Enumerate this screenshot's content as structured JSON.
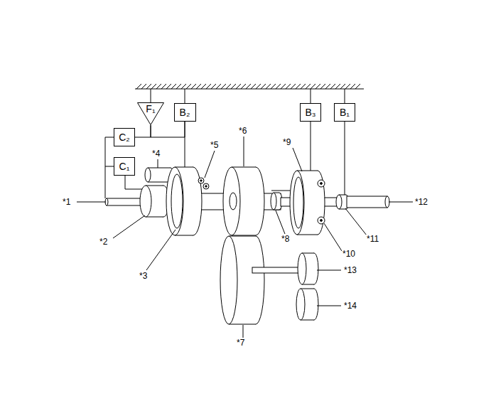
{
  "diagram": {
    "nodes": [
      {
        "text": [
          "F₁"
        ]
      },
      {
        "text": [
          "B₂"
        ]
      },
      {
        "text": [
          "B₃"
        ]
      },
      {
        "text": [
          "B₁"
        ]
      },
      {
        "text": [
          "C₂"
        ]
      },
      {
        "text": [
          "C₁"
        ]
      }
    ],
    "edges": [
      {
        "from": 4,
        "to": 0,
        "arrow": "none"
      },
      {
        "from": 0,
        "to": 1,
        "arrow": "none"
      },
      {
        "from": 4,
        "to": 5,
        "arrow": "none"
      }
    ],
    "labels": [
      "*1",
      "*2",
      "*3",
      "*4",
      "*5",
      "*6",
      "*7",
      "*8",
      "*9",
      "*10",
      "*11",
      "*12",
      "*13",
      "*14"
    ]
  }
}
